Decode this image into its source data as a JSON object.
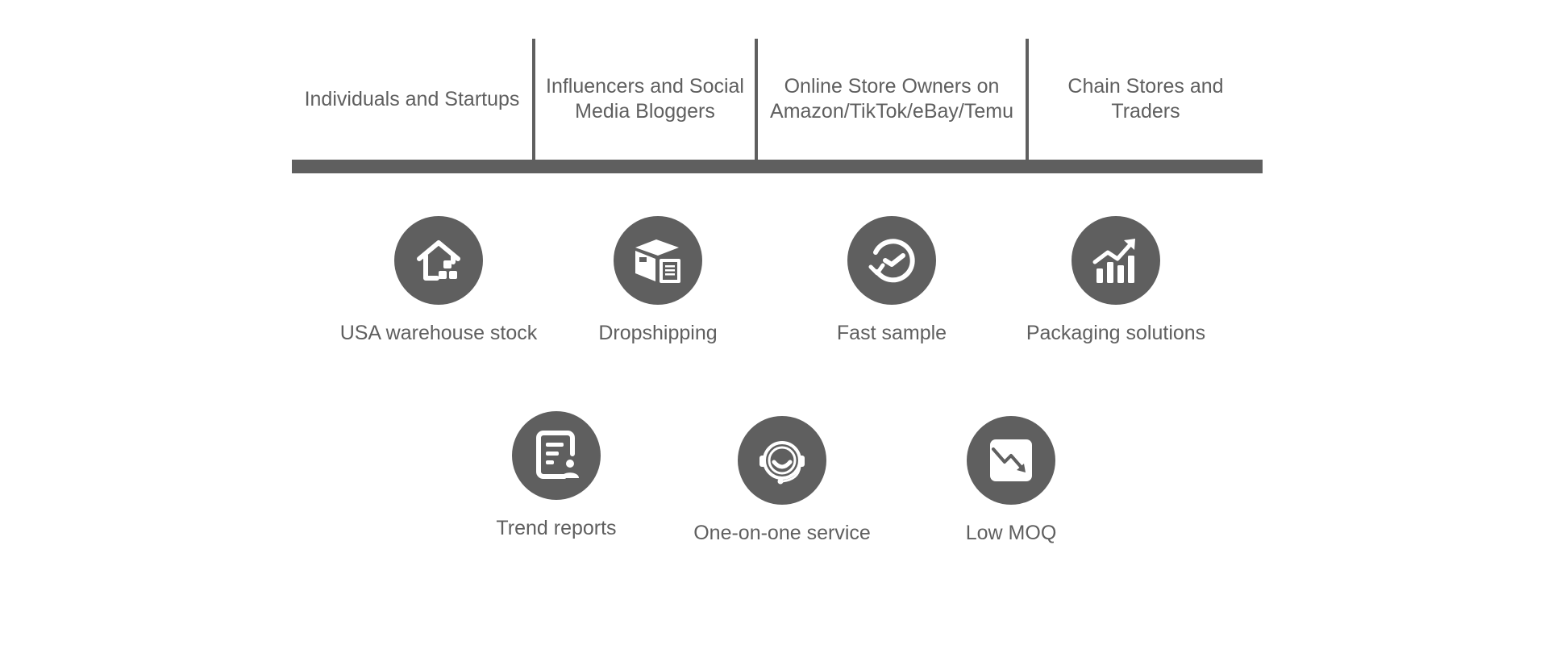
{
  "audience": [
    {
      "label": "Individuals and Startups"
    },
    {
      "label": "Influencers and Social Media Bloggers"
    },
    {
      "label": "Online Store Owners on Amazon/TikTok/eBay/Temu"
    },
    {
      "label": "Chain Stores and Traders"
    }
  ],
  "features": [
    {
      "label": "USA warehouse stock",
      "icon": "warehouse-home-icon"
    },
    {
      "label": "Dropshipping",
      "icon": "package-box-icon"
    },
    {
      "label": "Fast sample",
      "icon": "clock-refresh-icon"
    },
    {
      "label": "Packaging solutions",
      "icon": "growth-chart-icon"
    },
    {
      "label": "Trend reports",
      "icon": "report-document-icon"
    },
    {
      "label": "One-on-one service",
      "icon": "headset-support-icon"
    },
    {
      "label": "Low MOQ",
      "icon": "trend-down-icon"
    }
  ],
  "colors": {
    "primary": "#5f5f5f",
    "background": "#ffffff"
  }
}
